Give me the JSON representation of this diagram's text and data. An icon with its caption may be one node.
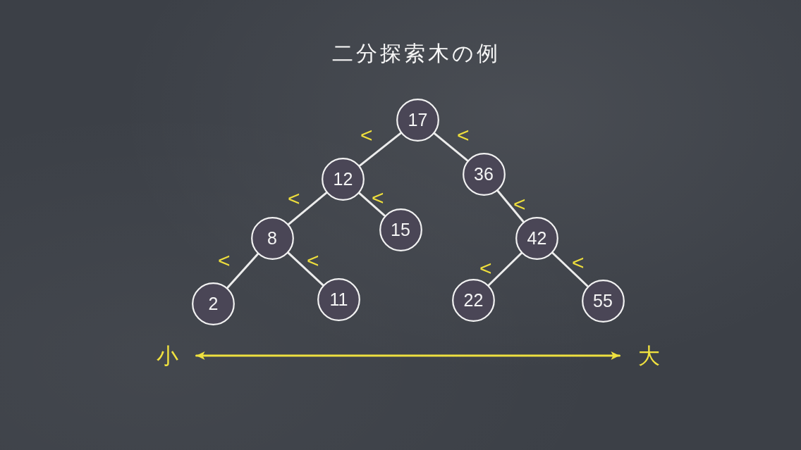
{
  "diagram": {
    "title": "二分探索木の例",
    "nodes": [
      {
        "text": [
          "17"
        ]
      },
      {
        "text": [
          "12"
        ]
      },
      {
        "text": [
          "36"
        ]
      },
      {
        "text": [
          "8"
        ]
      },
      {
        "text": [
          "15"
        ]
      },
      {
        "text": [
          "42"
        ]
      },
      {
        "text": [
          "2"
        ]
      },
      {
        "text": [
          "11"
        ]
      },
      {
        "text": [
          "22"
        ]
      },
      {
        "text": [
          "55"
        ]
      },
      {
        "text": [
          "小"
        ]
      },
      {
        "text": [
          "大"
        ]
      }
    ],
    "edges": [
      {
        "from": 0,
        "to": 1,
        "arrow": "none",
        "label": "<"
      },
      {
        "from": 0,
        "to": 2,
        "arrow": "none",
        "label": "<"
      },
      {
        "from": 1,
        "to": 3,
        "arrow": "none",
        "label": "<"
      },
      {
        "from": 1,
        "to": 4,
        "arrow": "none",
        "label": "<"
      },
      {
        "from": 2,
        "to": 5,
        "arrow": "none",
        "label": "<"
      },
      {
        "from": 3,
        "to": 6,
        "arrow": "none",
        "label": "<"
      },
      {
        "from": 3,
        "to": 7,
        "arrow": "none",
        "label": "<"
      },
      {
        "from": 5,
        "to": 8,
        "arrow": "none",
        "label": "<"
      },
      {
        "from": 5,
        "to": 9,
        "arrow": "none",
        "label": "<"
      },
      {
        "from": 10,
        "to": 11,
        "arrow": "both",
        "color": "#eee03f"
      }
    ]
  }
}
